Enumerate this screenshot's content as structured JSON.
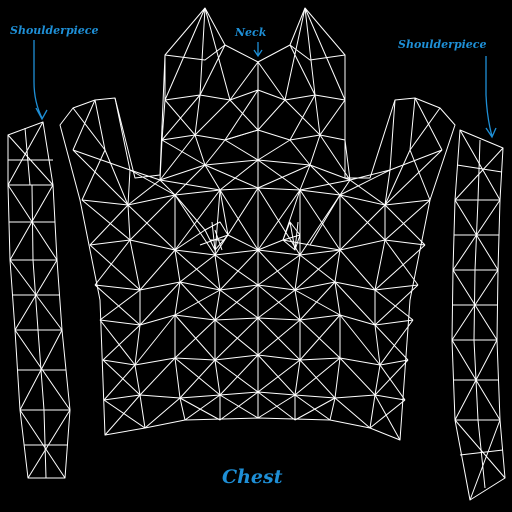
{
  "labels": {
    "shoulder_left": "Shoulderpiece",
    "neck": "Neck",
    "shoulder_right": "Shoulderpiece",
    "chest": "Chest"
  },
  "colors": {
    "background": "#000000",
    "wireframe": "#ffffff",
    "annotation": "#1e8fd6"
  }
}
